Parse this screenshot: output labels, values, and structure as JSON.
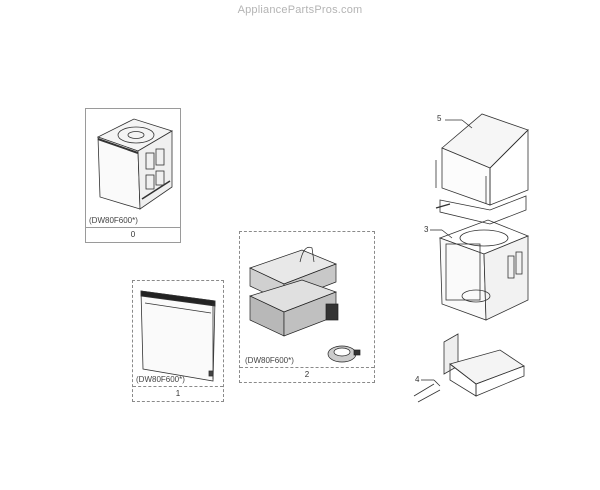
{
  "watermark": "AppliancePartsPros.com",
  "groups": [
    {
      "index": "0",
      "model": "(DW80F600*)",
      "part": "dishwasher-assembly"
    },
    {
      "index": "1",
      "model": "(DW80F600*)",
      "part": "door-assembly"
    },
    {
      "index": "2",
      "model": "(DW80F600*)",
      "part": "rack-and-spray-arm-assembly"
    }
  ],
  "callouts": [
    {
      "number": "5",
      "part": "outer-case"
    },
    {
      "number": "3",
      "part": "tub-assembly"
    },
    {
      "number": "4",
      "part": "base-assembly"
    }
  ]
}
